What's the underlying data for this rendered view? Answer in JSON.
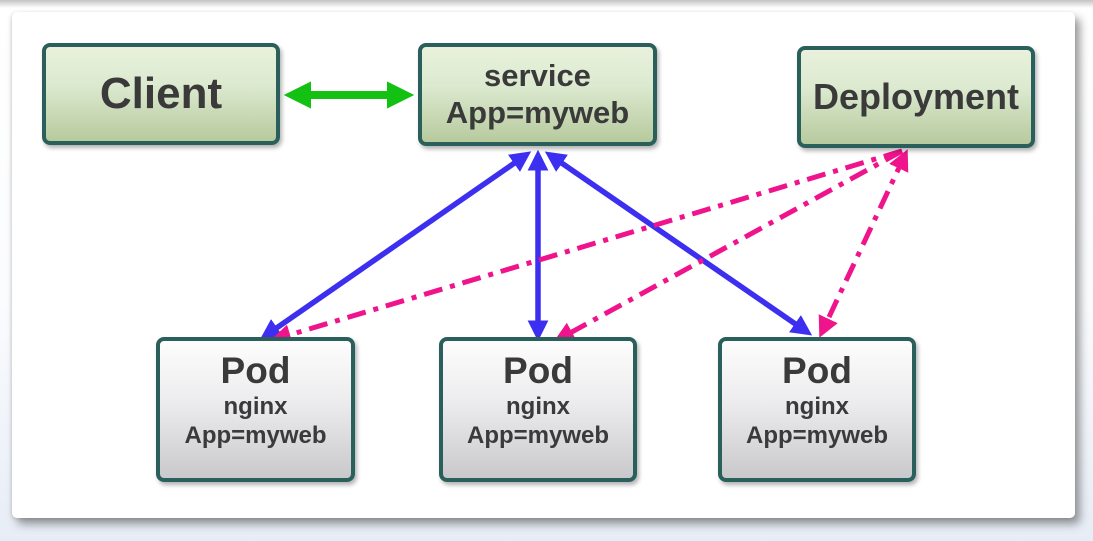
{
  "nodes": {
    "client": {
      "label": "Client"
    },
    "service": {
      "lines": [
        "service",
        "App=myweb"
      ]
    },
    "deployment": {
      "label": "Deployment"
    },
    "pods": [
      {
        "title": "Pod",
        "subtitle1": "nginx",
        "subtitle2": "App=myweb"
      },
      {
        "title": "Pod",
        "subtitle1": "nginx",
        "subtitle2": "App=myweb"
      },
      {
        "title": "Pod",
        "subtitle1": "nginx",
        "subtitle2": "App=myweb"
      }
    ]
  },
  "edges": [
    {
      "from": "client",
      "to": "service",
      "style": "solid",
      "arrows": "both",
      "color": "green"
    },
    {
      "from": "service",
      "to": "pod-1",
      "style": "solid",
      "arrows": "both",
      "color": "blue"
    },
    {
      "from": "service",
      "to": "pod-2",
      "style": "solid",
      "arrows": "both",
      "color": "blue"
    },
    {
      "from": "service",
      "to": "pod-3",
      "style": "solid",
      "arrows": "both",
      "color": "blue"
    },
    {
      "from": "deployment",
      "to": "pod-1",
      "style": "dash-dot",
      "arrows": "end",
      "color": "pink"
    },
    {
      "from": "deployment",
      "to": "pod-2",
      "style": "dash-dot",
      "arrows": "end",
      "color": "pink"
    },
    {
      "from": "deployment",
      "to": "pod-3",
      "style": "dash-dot",
      "arrows": "both",
      "color": "pink"
    }
  ],
  "colors": {
    "green_arrow": "#12c112",
    "blue_arrow": "#3c2ff0",
    "pink_arrow": "#f0148c",
    "node_border": "#2b5f5c",
    "text": "#3a3a3a"
  }
}
